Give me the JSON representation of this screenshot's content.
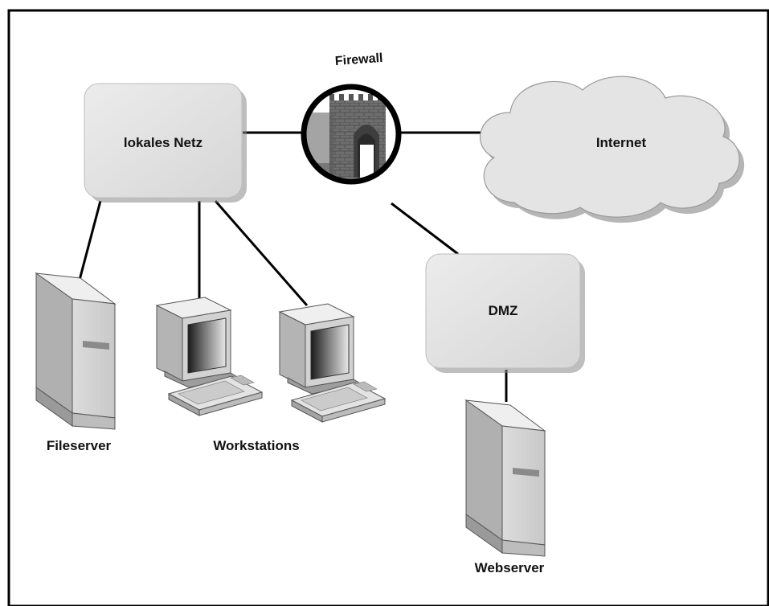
{
  "nodes": {
    "local_network": "lokales Netz",
    "firewall": "Firewall",
    "internet": "Internet",
    "dmz": "DMZ"
  },
  "devices": {
    "fileserver": "Fileserver",
    "workstations": "Workstations",
    "webserver": "Webserver"
  }
}
